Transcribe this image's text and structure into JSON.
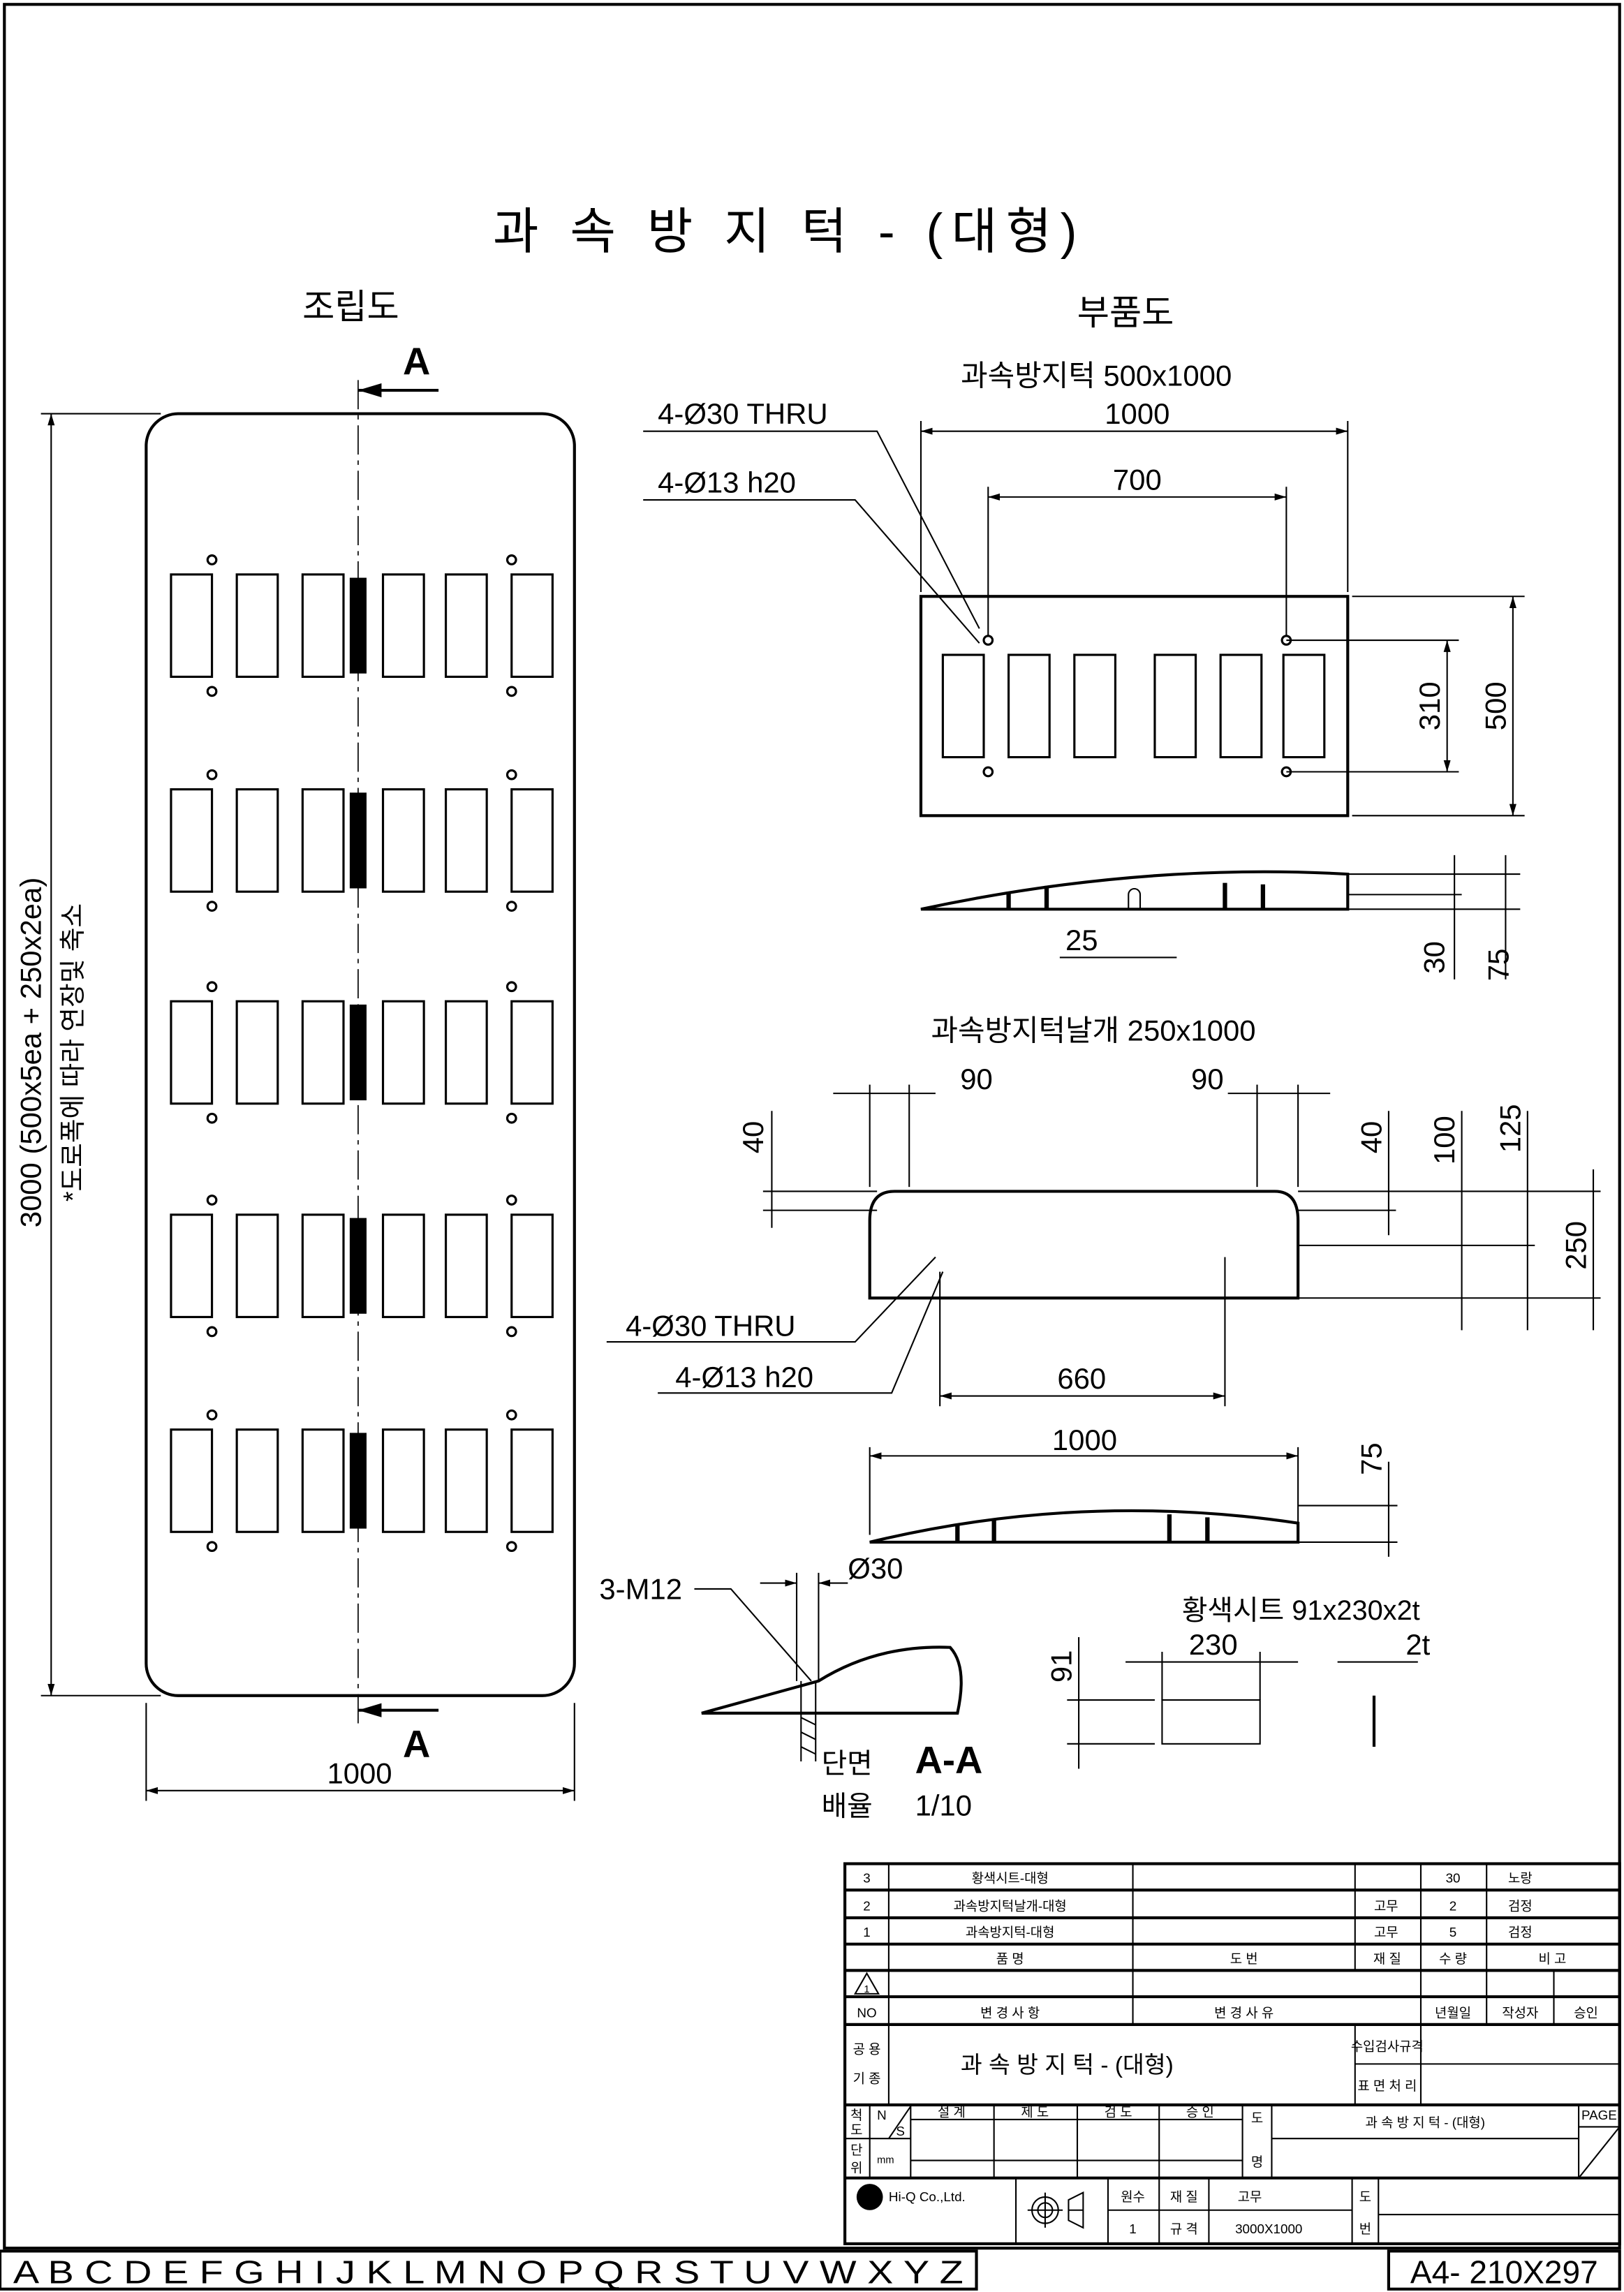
{
  "title": "과 속 방 지 턱 - (대형)",
  "assembly": {
    "label": "조립도",
    "section_marker": "A",
    "width_dim": "1000",
    "length_dim": "3000 (500x5ea + 250x2ea)",
    "note": "*도로폭에 따라 연장및 축소"
  },
  "parts": {
    "label": "부품도",
    "bump": {
      "name": "과속방지턱 500x1000",
      "dim_length": "1000",
      "dim_holes": "700",
      "dim_hole_spacing": "310",
      "dim_width": "500",
      "dim_slot": "25",
      "dim_height_small": "30",
      "dim_height": "75",
      "callout_thru": "4-Ø30 THRU",
      "callout_counterbore": "4-Ø13 h20"
    },
    "wing": {
      "name": "과속방지턱날개 250x1000",
      "dim_left_90": "90",
      "dim_right_90": "90",
      "dim_left_40": "40",
      "dim_right_40": "40",
      "dim_100": "100",
      "dim_125": "125",
      "dim_250": "250",
      "dim_660": "660",
      "dim_length": "1000",
      "dim_height": "75",
      "callout_thru": "4-Ø30 THRU",
      "callout_counterbore": "4-Ø13 h20"
    },
    "section": {
      "callout_bolt": "3-M12",
      "callout_dia": "Ø30",
      "label": "단면",
      "scale_label": "배율",
      "name": "A-A",
      "scale": "1/10"
    },
    "sheet": {
      "name": "황색시트 91x230x2t",
      "dim_length": "230",
      "dim_thickness": "2t",
      "dim_width": "91"
    }
  },
  "title_block": {
    "parts_list": [
      {
        "no": "3",
        "name": "황색시트-대형",
        "drawing_no": "",
        "material": "",
        "qty": "30",
        "remark": "노랑"
      },
      {
        "no": "2",
        "name": "과속방지턱날개-대형",
        "drawing_no": "",
        "material": "고무",
        "qty": "2",
        "remark": "검정"
      },
      {
        "no": "1",
        "name": "과속방지턱-대형",
        "drawing_no": "",
        "material": "고무",
        "qty": "5",
        "remark": "검정"
      }
    ],
    "headers": {
      "name": "품  명",
      "drawing_no": "도  번",
      "material": "재 질",
      "qty": "수 량",
      "remark": "비  고"
    },
    "revision": {
      "marker": "1",
      "no": "NO",
      "change": "변 경 사 항",
      "reason": "변 경 사 유",
      "date": "년월일",
      "author": "작성자",
      "approve": "승인"
    },
    "common": {
      "label_top": "공 용",
      "label_bottom": "기 종",
      "title": "과 속 방 지 턱 - (대형)",
      "inspection": "수입검사규격",
      "surface": "표 면 처 리"
    },
    "scale": {
      "label_top": "척",
      "label_bottom": "도",
      "n": "N",
      "s": "S",
      "unit_top": "단",
      "unit_bottom": "위",
      "unit": "mm"
    },
    "signoff": [
      "설  계",
      "제  도",
      "검  도",
      "승  인"
    ],
    "drawing_name_label_top": "도",
    "drawing_name_label_bottom": "명",
    "drawing_name": "과 속 방 지 턱 - (대형)",
    "page_label": "PAGE",
    "company": "Hi-Q Co.,Ltd.",
    "count_label": "원수",
    "count": "1",
    "material_label": "재 질",
    "material": "고무",
    "spec_label": "규 격",
    "spec": "3000X1000",
    "drawing_no_label_top": "도",
    "drawing_no_label_bottom": "번"
  },
  "grid_letters": "A B C D E F G H I J K L M N O P Q R S T U V W X Y Z",
  "paper_size": "A4- 210X297"
}
